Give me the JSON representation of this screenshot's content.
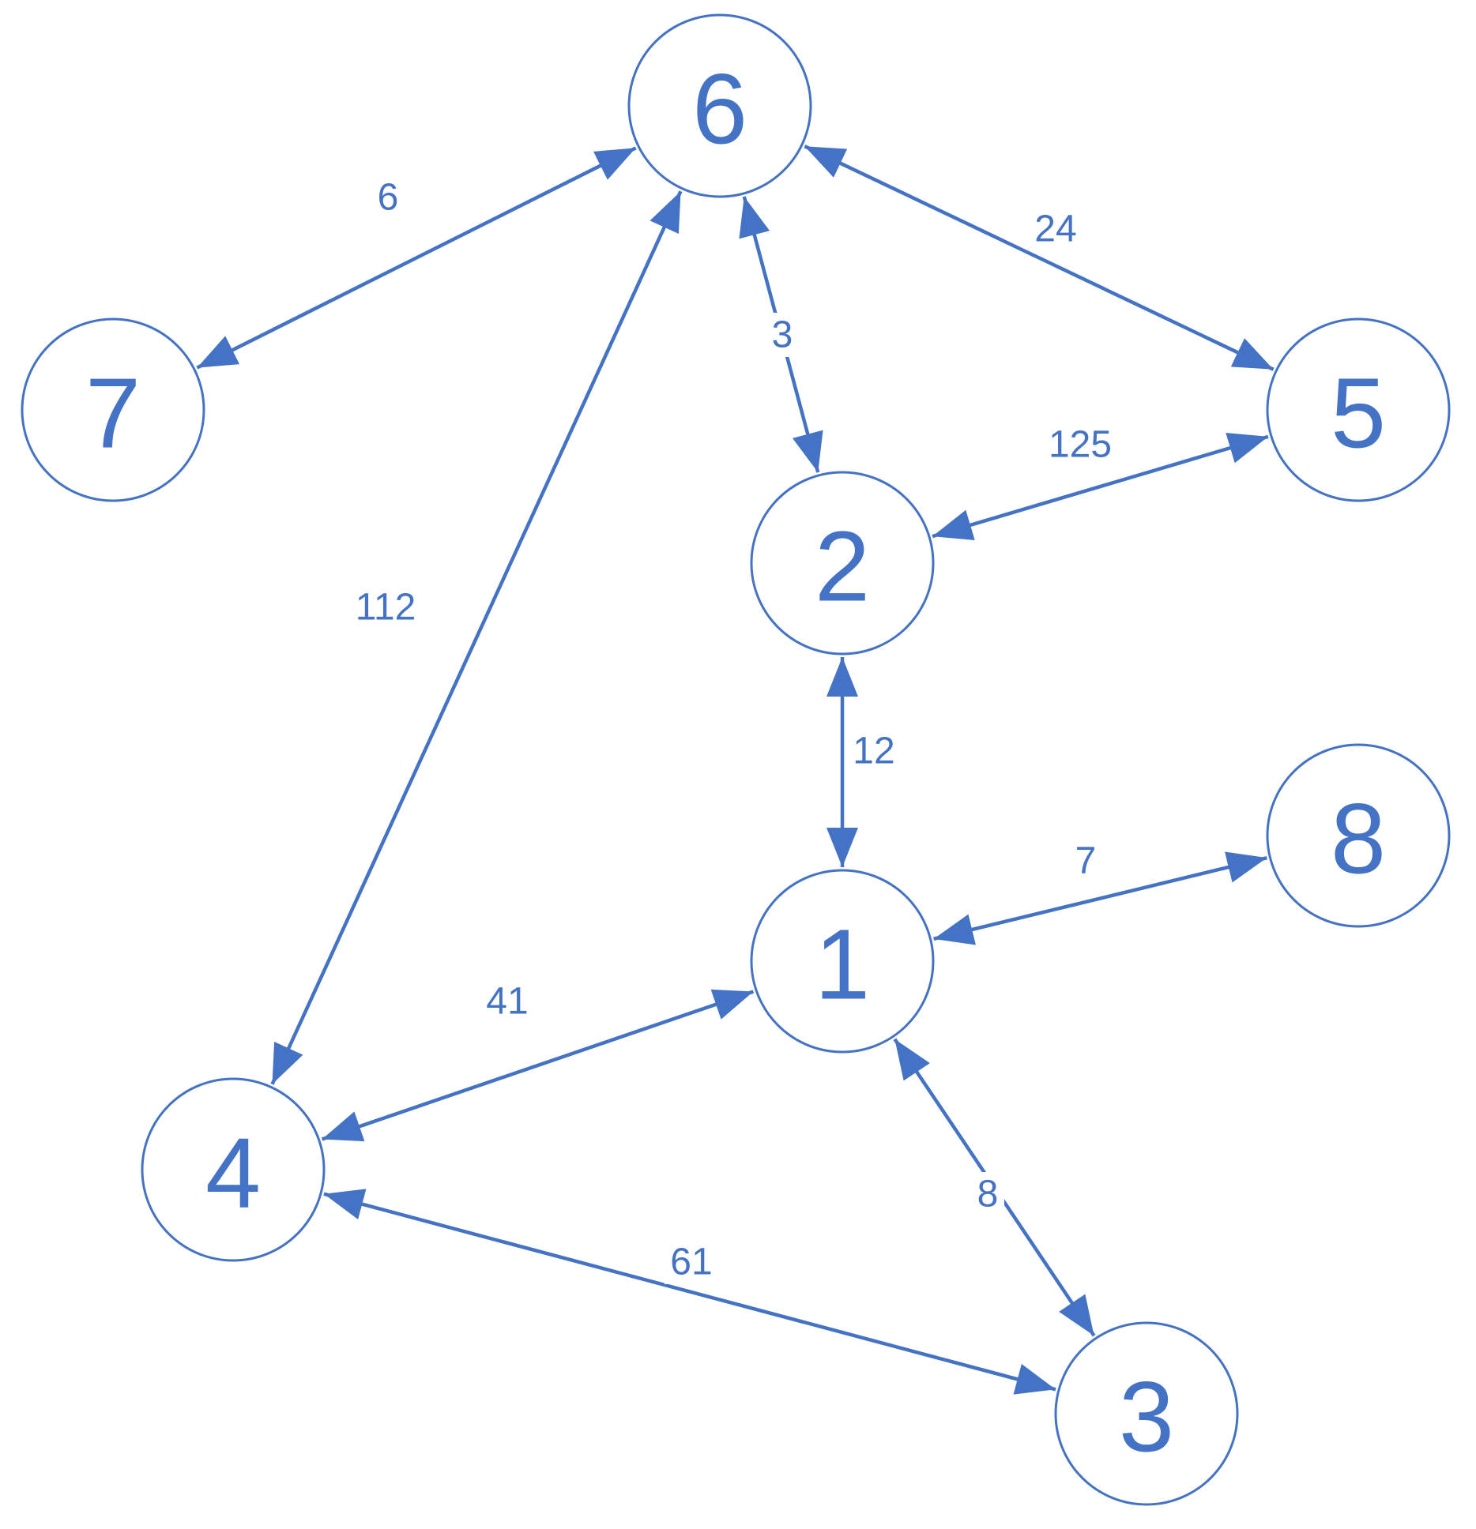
{
  "graph": {
    "nodes": [
      {
        "id": "1",
        "label": "1"
      },
      {
        "id": "2",
        "label": "2"
      },
      {
        "id": "3",
        "label": "3"
      },
      {
        "id": "4",
        "label": "4"
      },
      {
        "id": "5",
        "label": "5"
      },
      {
        "id": "6",
        "label": "6"
      },
      {
        "id": "7",
        "label": "7"
      },
      {
        "id": "8",
        "label": "8"
      }
    ],
    "edges": [
      {
        "from": "6",
        "to": "7",
        "weight": "6",
        "directed": "both"
      },
      {
        "from": "6",
        "to": "5",
        "weight": "24",
        "directed": "both"
      },
      {
        "from": "6",
        "to": "2",
        "weight": "3",
        "directed": "both"
      },
      {
        "from": "5",
        "to": "2",
        "weight": "125",
        "directed": "both"
      },
      {
        "from": "6",
        "to": "4",
        "weight": "112",
        "directed": "both"
      },
      {
        "from": "2",
        "to": "1",
        "weight": "12",
        "directed": "both"
      },
      {
        "from": "1",
        "to": "8",
        "weight": "7",
        "directed": "both"
      },
      {
        "from": "1",
        "to": "4",
        "weight": "41",
        "directed": "both"
      },
      {
        "from": "1",
        "to": "3",
        "weight": "8",
        "directed": "both"
      },
      {
        "from": "4",
        "to": "3",
        "weight": "61",
        "directed": "both"
      }
    ]
  },
  "colors": {
    "stroke": "#4472c4",
    "background": "#ffffff"
  }
}
